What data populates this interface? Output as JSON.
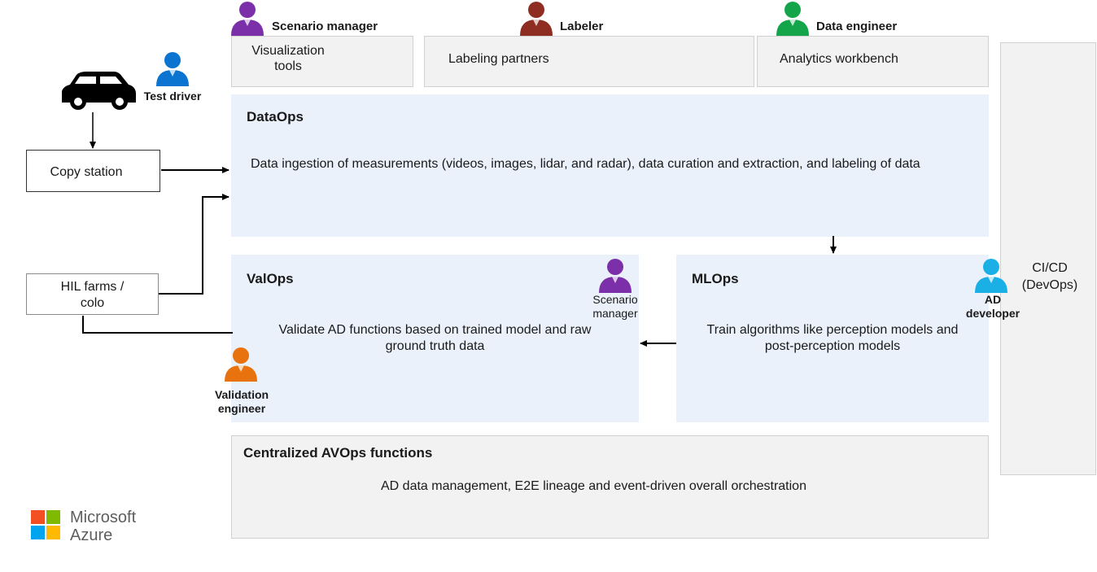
{
  "colors": {
    "scenario_manager": "#7b2fa8",
    "labeler": "#8e2e22",
    "data_engineer": "#14a54a",
    "test_driver": "#0a74d0",
    "ad_developer": "#1ab0e6",
    "validation_engineer": "#e8730e"
  },
  "roles": {
    "scenario_manager_top": "Scenario manager",
    "labeler": "Labeler",
    "data_engineer": "Data engineer",
    "test_driver": "Test driver",
    "scenario_manager_valops_line1": "Scenario",
    "scenario_manager_valops_line2": "manager",
    "ad_developer_line1": "AD",
    "ad_developer_line2": "developer",
    "validation_engineer_line1": "Validation",
    "validation_engineer_line2": "engineer"
  },
  "top_tools": {
    "visualization_line1": "Visualization",
    "visualization_line2": "tools",
    "labeling": "Labeling partners",
    "analytics": "Analytics workbench"
  },
  "sources": {
    "copy_station": "Copy station",
    "hil_line1": "HIL farms /",
    "hil_line2": "colo"
  },
  "dataops": {
    "title": "DataOps",
    "description": "Data ingestion of measurements (videos, images, lidar, and radar), data curation and extraction, and labeling of data"
  },
  "valops": {
    "title": "ValOps",
    "description_line1": "Validate AD functions based on trained model and raw",
    "description_line2": "ground truth data"
  },
  "mlops": {
    "title": "MLOps",
    "description_line1": "Train algorithms like perception models and",
    "description_line2": "post-perception models"
  },
  "centralized": {
    "title": "Centralized AVOps functions",
    "description": "AD data management, E2E lineage and event-driven overall orchestration"
  },
  "cicd": {
    "line1": "CI/CD",
    "line2": "(DevOps)"
  },
  "logo": {
    "line1": "Microsoft",
    "line2": "Azure",
    "colors": [
      "#f25022",
      "#7fba00",
      "#00a4ef",
      "#ffb900"
    ]
  }
}
